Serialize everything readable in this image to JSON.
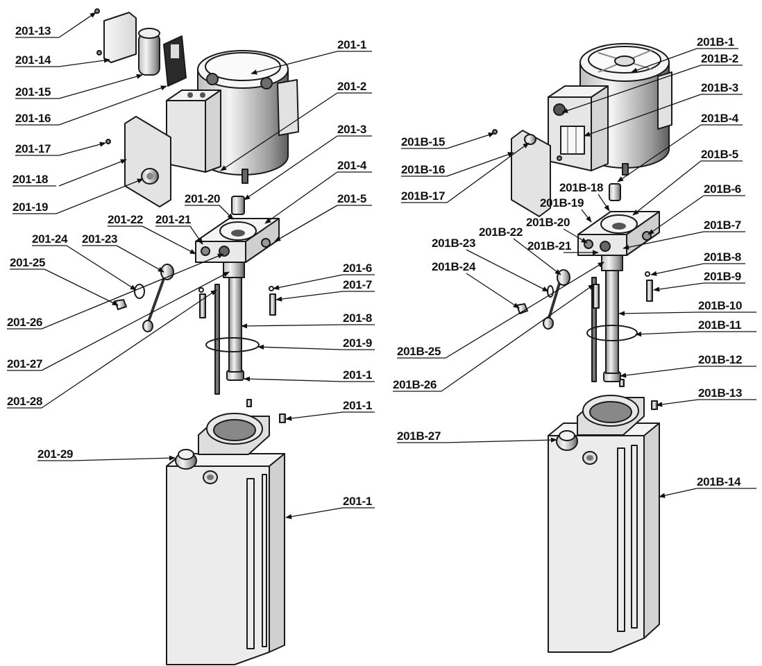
{
  "left_labels": [
    "201-13",
    "201-14",
    "201-15",
    "201-16",
    "201-17",
    "201-18",
    "201-19",
    "201-1",
    "201-2",
    "201-3",
    "201-4",
    "201-5",
    "201-20",
    "201-21",
    "201-22",
    "201-23",
    "201-24",
    "201-25",
    "201-26",
    "201-27",
    "201-28",
    "201-6",
    "201-7",
    "201-8",
    "201-9",
    "201-1",
    "201-1",
    "201-29",
    "201-1"
  ],
  "right_labels": [
    "201B-1",
    "201B-2",
    "201B-3",
    "201B-4",
    "201B-5",
    "201B-6",
    "201B-7",
    "201B-15",
    "201B-16",
    "201B-17",
    "201B-18",
    "201B-19",
    "201B-20",
    "201B-21",
    "201B-22",
    "201B-23",
    "201B-24",
    "201B-8",
    "201B-9",
    "201B-10",
    "201B-11",
    "201B-12",
    "201B-13",
    "201B-25",
    "201B-26",
    "201B-27",
    "201B-14"
  ],
  "colors": {
    "ink": "#111111",
    "part_fill_light": "#f2f2f2",
    "part_fill_mid": "#d6d6d6",
    "part_fill_dark": "#9a9a9a"
  }
}
